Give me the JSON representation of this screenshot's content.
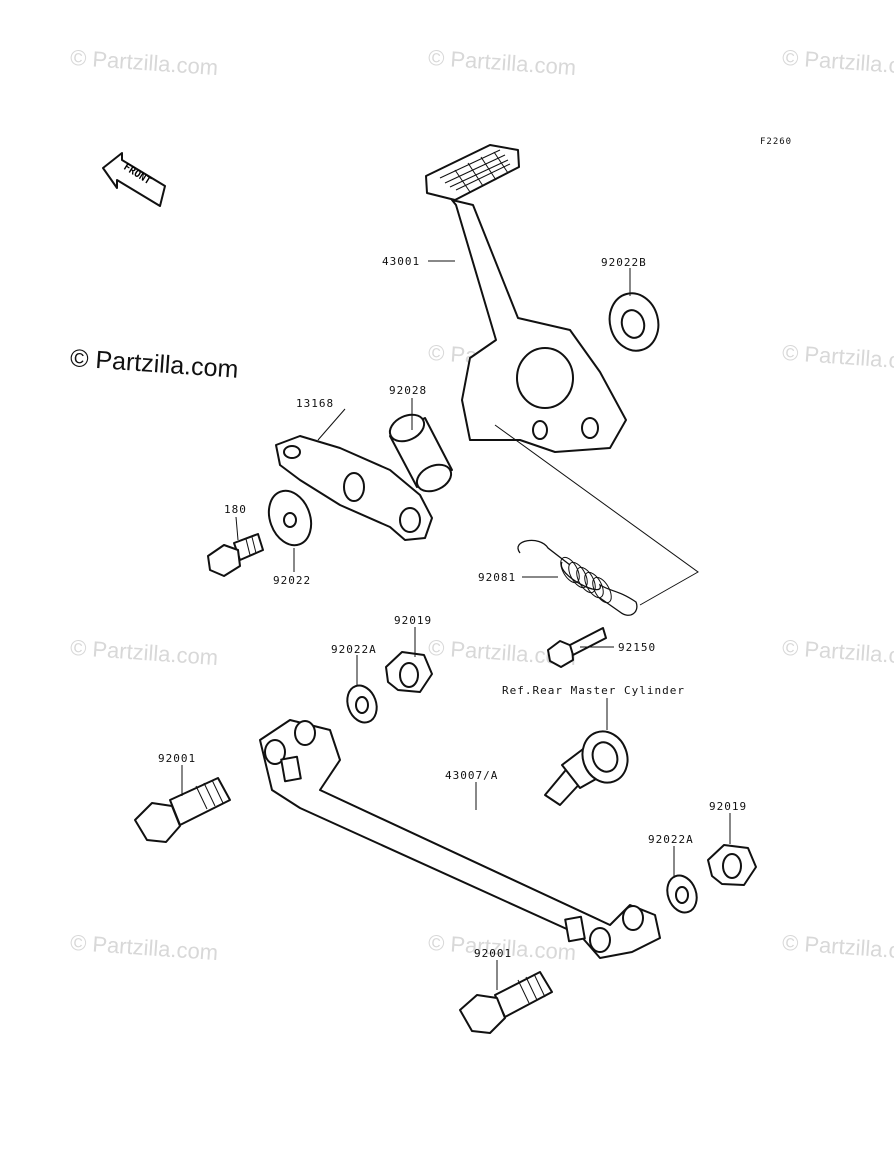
{
  "watermark": "© Partzilla.com",
  "diagram_code": "F2260",
  "front_label": "FRONT",
  "reference_note": "Ref.Rear Master Cylinder",
  "parts": {
    "pedal": "43001",
    "washer_b": "92022B",
    "bracket": "13168",
    "bushing": "92028",
    "bolt_180": "180",
    "washer_92022": "92022",
    "spring": "92081",
    "pin": "92150",
    "nut_top": "92019",
    "washer_a_top": "92022A",
    "bolt_left": "92001",
    "rod": "43007/A",
    "nut_right": "92019",
    "washer_a_right": "92022A",
    "bolt_bottom": "92001"
  }
}
